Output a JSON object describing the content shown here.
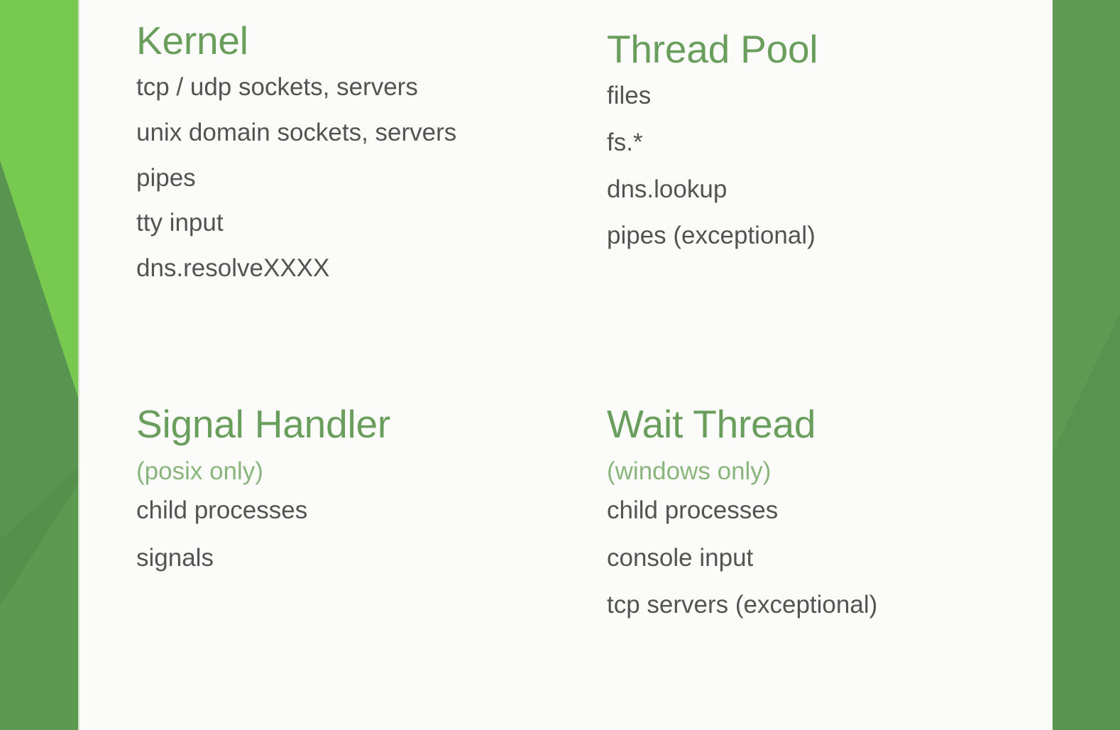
{
  "slide": {
    "background_color": "#f7f8f5",
    "accent_color": "#6a9e5c",
    "subtitle_color": "#8ab57c",
    "body_color": "#535353",
    "band_bright_green": "#77c94f",
    "band_dark_green": "#599450",
    "band_right_green": "#5f9a52"
  },
  "quadrants": {
    "kernel": {
      "heading": "Kernel",
      "subtitle": "",
      "items": [
        "tcp / udp sockets, servers",
        "unix domain sockets, servers",
        "pipes",
        "tty input",
        "dns.resolveXXXX"
      ]
    },
    "thread_pool": {
      "heading": "Thread Pool",
      "subtitle": "",
      "items": [
        "files",
        "fs.*",
        "dns.lookup",
        "pipes (exceptional)"
      ]
    },
    "signal_handler": {
      "heading": "Signal Handler",
      "subtitle": "(posix only)",
      "items": [
        "child processes",
        "signals"
      ]
    },
    "wait_thread": {
      "heading": "Wait Thread",
      "subtitle": "(windows only)",
      "items": [
        "child processes",
        "console input",
        "tcp servers (exceptional)"
      ]
    }
  }
}
